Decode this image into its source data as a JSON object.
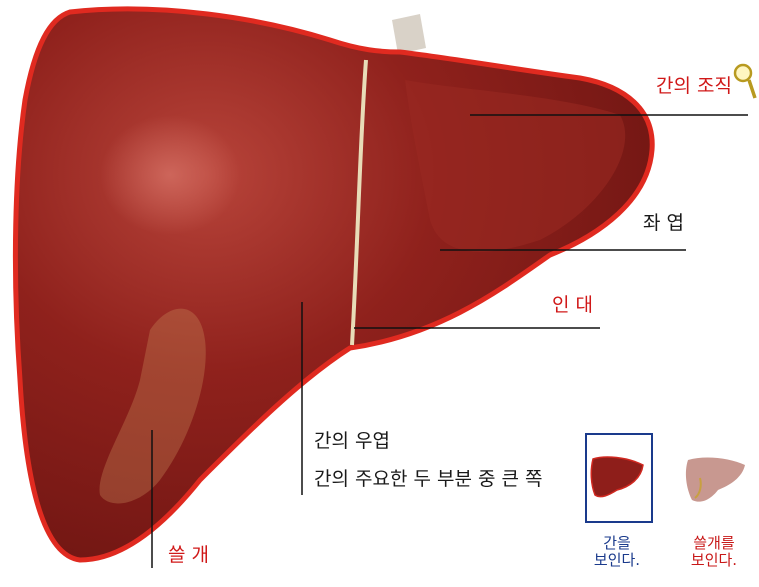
{
  "labels": {
    "liver_tissue": "간의 조직",
    "left_lobe": "좌 엽",
    "ligament": "인 대",
    "right_lobe": "간의 우엽",
    "right_lobe_desc": "간의 주요한 두 부분 중 큰 쪽",
    "gallbladder": "쓸 개"
  },
  "buttons": {
    "show_liver": "간을\n보인다.",
    "show_gallbladder": "쓸개를\n보인다."
  },
  "colors": {
    "liver": "#8e1e1a",
    "outline": "#e02a20",
    "label_red": "#d01818",
    "label_dark": "#1a1a1a",
    "caption_blue": "#1a3a8c"
  }
}
